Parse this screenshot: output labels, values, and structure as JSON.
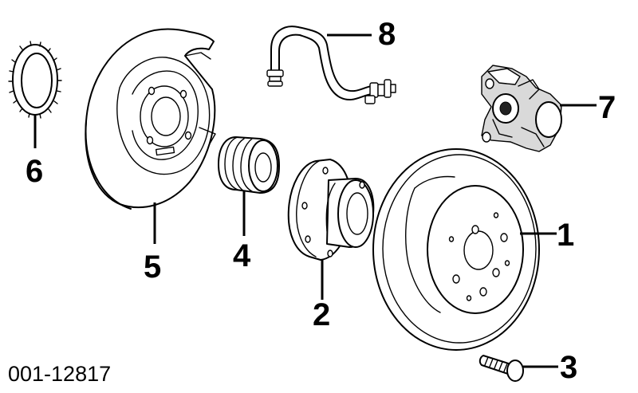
{
  "diagram": {
    "reference_number": "001-12817",
    "callouts": [
      {
        "id": "1",
        "label": "1"
      },
      {
        "id": "2",
        "label": "2"
      },
      {
        "id": "3",
        "label": "3"
      },
      {
        "id": "4",
        "label": "4"
      },
      {
        "id": "5",
        "label": "5"
      },
      {
        "id": "6",
        "label": "6"
      },
      {
        "id": "7",
        "label": "7"
      },
      {
        "id": "8",
        "label": "8"
      }
    ]
  }
}
